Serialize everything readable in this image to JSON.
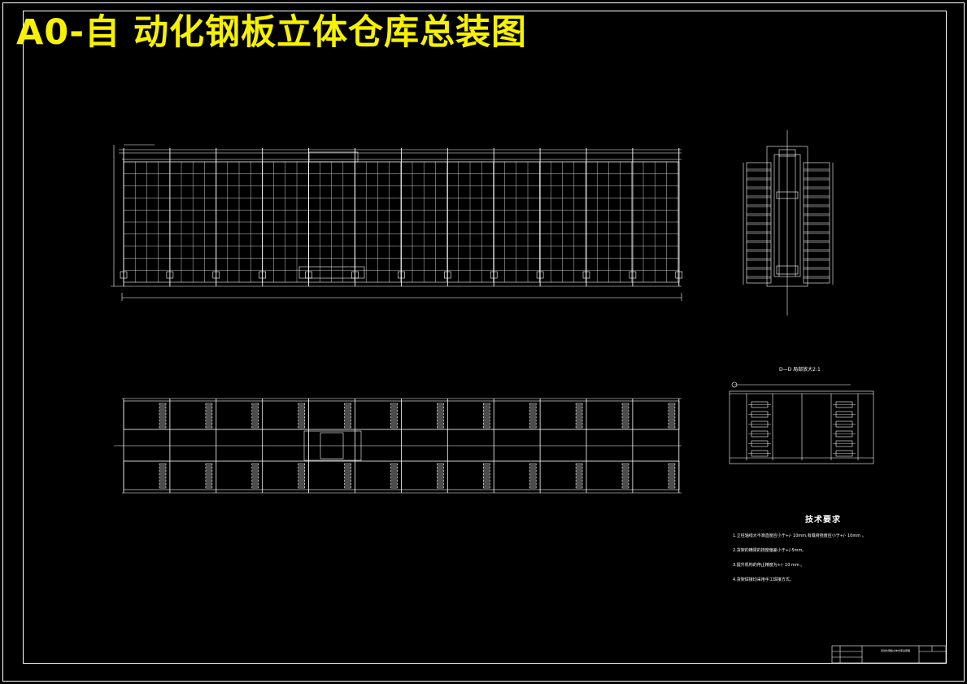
{
  "drawing": {
    "title": "A0-自 动化钢板立体仓库总装图"
  },
  "section_view": {
    "label": "D—D 局部放大2:1"
  },
  "technical_requirements": {
    "heading": "技术要求",
    "items": [
      "1.立柱轴线大不准直度应小于+/- 10mm,有载荷挠度应小于+/- 10mm 。",
      "2.货架的横梁的挠度偏差小于+/-5mm。",
      "3.提升机构的停止精度为+/- 10 mm 。",
      "4.货架焊接均采用手工焊接方式。"
    ]
  },
  "title_block": {
    "drawing_name": "自动化钢板立体仓库总装图"
  },
  "colors": {
    "background": "#000000",
    "lines": "#ffffff",
    "title": "#f6f200"
  }
}
